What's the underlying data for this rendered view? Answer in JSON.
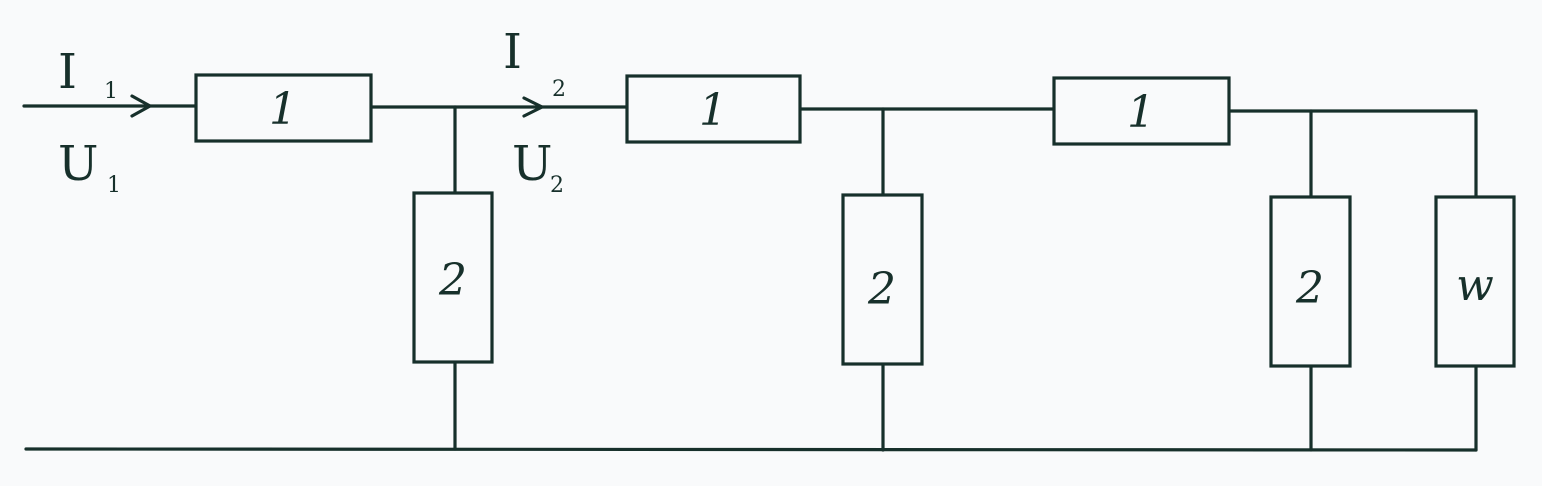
{
  "circuit": {
    "input": {
      "current": "I",
      "current_sub": "1",
      "voltage": "U",
      "voltage_sub": "1"
    },
    "midpoint": {
      "current": "I",
      "current_sub": "2",
      "voltage": "U",
      "voltage_sub": "2"
    },
    "series_impedances": [
      "1",
      "1",
      "1"
    ],
    "shunt_impedances": [
      "2",
      "2",
      "2"
    ],
    "load_impedance": "w"
  },
  "colors": {
    "ink": "#17302b",
    "background": "#f9fafb"
  }
}
